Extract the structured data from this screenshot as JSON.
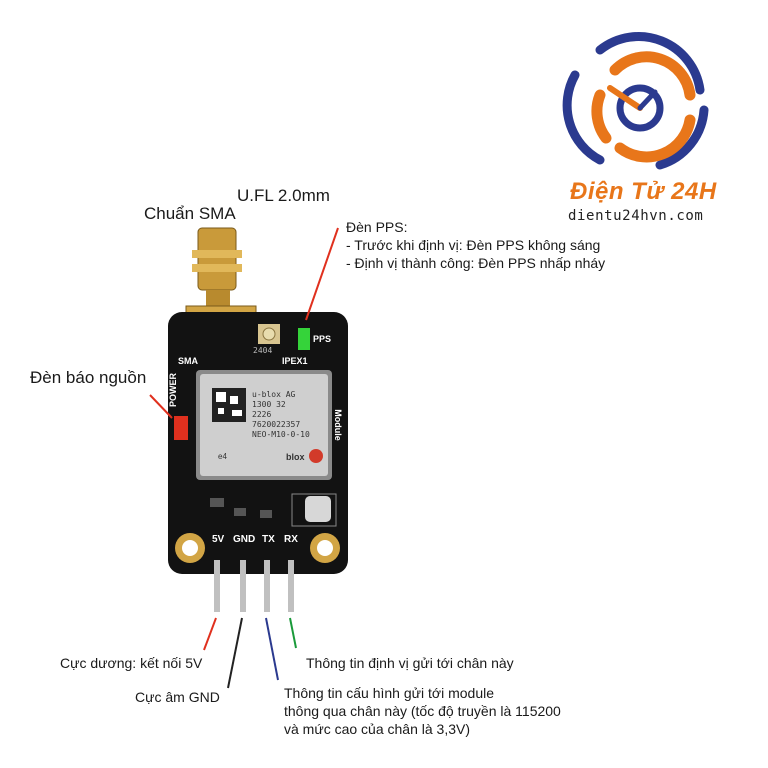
{
  "brand": {
    "name": "Điện Tử 24H",
    "url": "dientu24hvn.com",
    "colors": {
      "orange": "#e8761a",
      "navy": "#2b3a8f"
    }
  },
  "callouts": {
    "sma": "Chuẩn SMA",
    "ufl": "U.FL 2.0mm",
    "pps_title": "Đèn PPS:",
    "pps_line1": "- Trước khi định vị: Đèn PPS không sáng",
    "pps_line2": "- Định vị thành công: Đèn PPS nhấp nháy",
    "power_led": "Đèn báo nguồn",
    "pin_5v": "Cực dương: kết nối 5V",
    "pin_gnd": "Cực âm GND",
    "pin_rx": "Thông tin định vị gửi tới chân này",
    "pin_tx_line1": "Thông tin cấu hình gửi tới module",
    "pin_tx_line2": "thông qua chân này (tốc độ truyền là 115200",
    "pin_tx_line3": "và mức cao của chân là 3,3V)"
  },
  "board": {
    "silk_sma": "SMA",
    "silk_ipex": "IPEX1",
    "silk_pps": "PPS",
    "silk_power": "POWER",
    "silk_module": "Module",
    "pin_5v": "5V",
    "pin_gnd": "GND",
    "pin_tx": "TX",
    "pin_rx": "RX",
    "ipex_code": "2404"
  },
  "module_chip": {
    "line1": "u-blox AG",
    "line2": "1300    32",
    "line3": "2226",
    "line4": "7620022357",
    "line5": "NEO-M10-0-10",
    "logo": "blox",
    "mark": "e4"
  }
}
